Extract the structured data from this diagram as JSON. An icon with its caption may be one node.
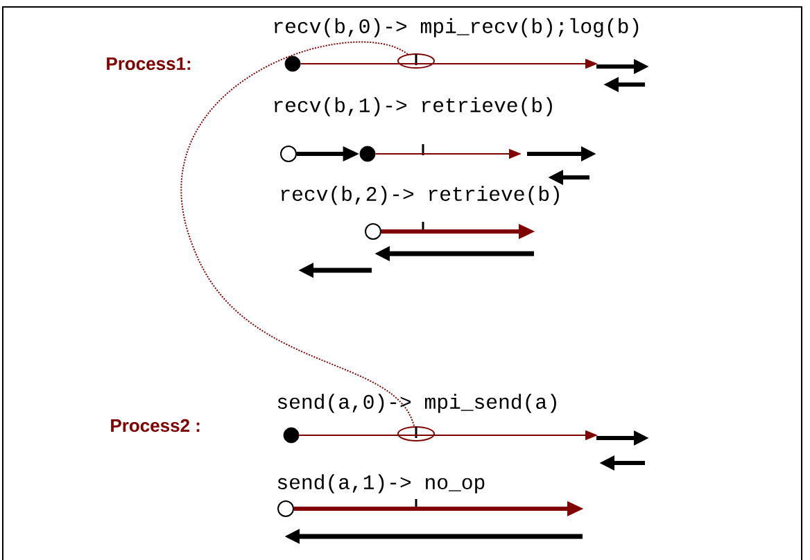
{
  "diagram": {
    "nodes": [
      {
        "text": [],
        "shape": "dot"
      },
      {
        "text": [],
        "shape": "ellipse"
      },
      {
        "text": [],
        "shape": "circle"
      },
      {
        "text": [],
        "shape": "dot"
      },
      {
        "text": [],
        "shape": "circle"
      },
      {
        "text": [],
        "shape": "dot"
      },
      {
        "text": [],
        "shape": "ellipse"
      },
      {
        "text": [],
        "shape": "circle"
      }
    ],
    "edges": [
      {
        "from": 0,
        "to": null,
        "arrow": "to"
      },
      {
        "from": 2,
        "to": 3,
        "arrow": "to",
        "style": "thick",
        "color": "#000000"
      },
      {
        "from": 3,
        "to": null,
        "arrow": "to"
      },
      {
        "from": 4,
        "to": null,
        "arrow": "to",
        "style": "thick"
      },
      {
        "from": 5,
        "to": null,
        "arrow": "to"
      },
      {
        "from": 7,
        "to": null,
        "arrow": "to",
        "style": "thick"
      },
      {
        "from": 1,
        "to": 6,
        "arrow": "none",
        "style": "dashed"
      }
    ],
    "labels": [
      "recv(b,0)-> mpi_recv(b);log(b)",
      "Process1:",
      "recv(b,1)-> retrieve(b)",
      "recv(b,2)-> retrieve(b)",
      "send(a,0)-> mpi_send(a)",
      "Process2 :",
      "send(a,1)-> no_op"
    ]
  }
}
